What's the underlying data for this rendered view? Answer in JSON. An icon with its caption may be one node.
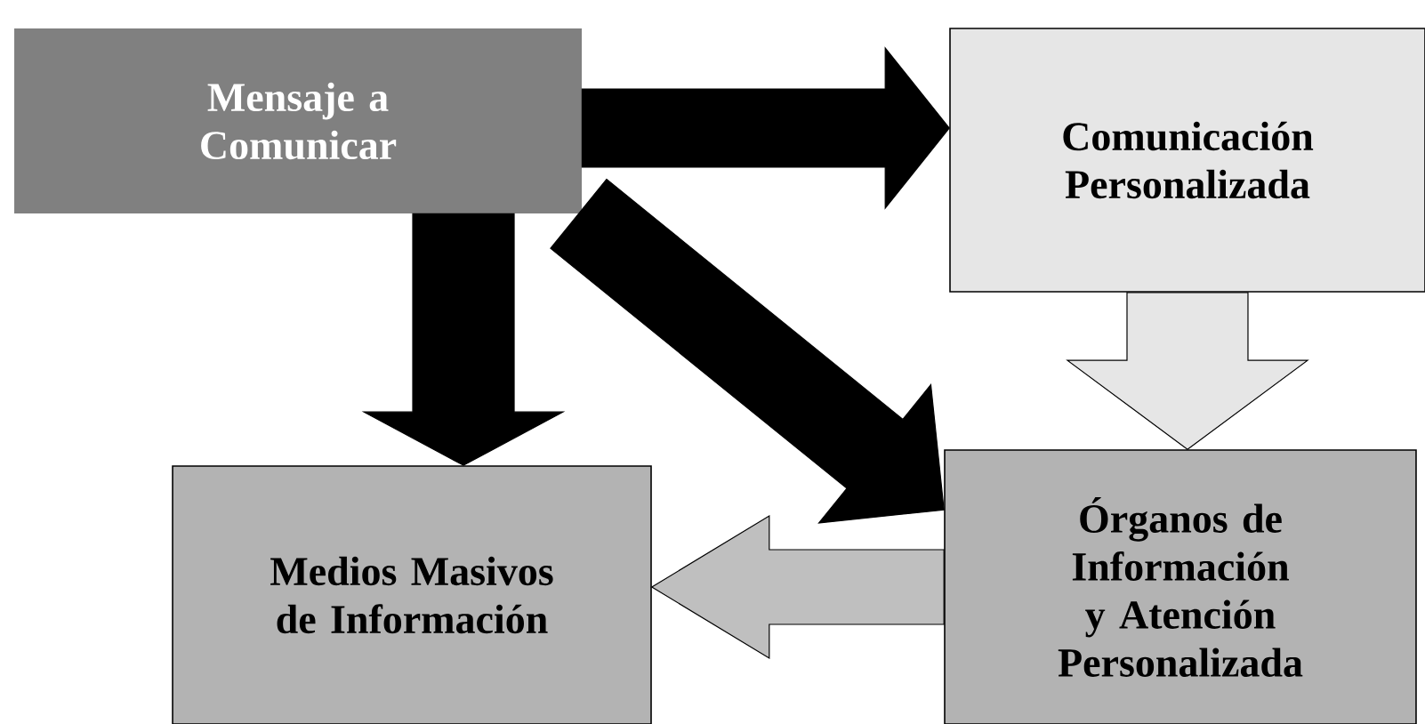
{
  "diagram": {
    "nodes": [
      {
        "text": [
          "Mensaje a Comunicar"
        ]
      },
      {
        "text": [
          "Comunicación Personalizada"
        ]
      },
      {
        "text": [
          "Medios Masivos de Información"
        ]
      },
      {
        "text": [
          "Órganos de Información y Atención Personalizada"
        ]
      }
    ],
    "edges": [
      {
        "from": 0,
        "to": 1,
        "arrow": "to",
        "style": "thick"
      },
      {
        "from": 0,
        "to": 2,
        "arrow": "to",
        "style": "thick"
      },
      {
        "from": 0,
        "to": 3,
        "arrow": "to",
        "style": "thick"
      },
      {
        "from": 1,
        "to": 3,
        "arrow": "to",
        "style": "thick",
        "color": "#e6e6e6"
      },
      {
        "from": 3,
        "to": 2,
        "arrow": "to",
        "style": "thick",
        "color": "#bfbfbf"
      }
    ]
  }
}
